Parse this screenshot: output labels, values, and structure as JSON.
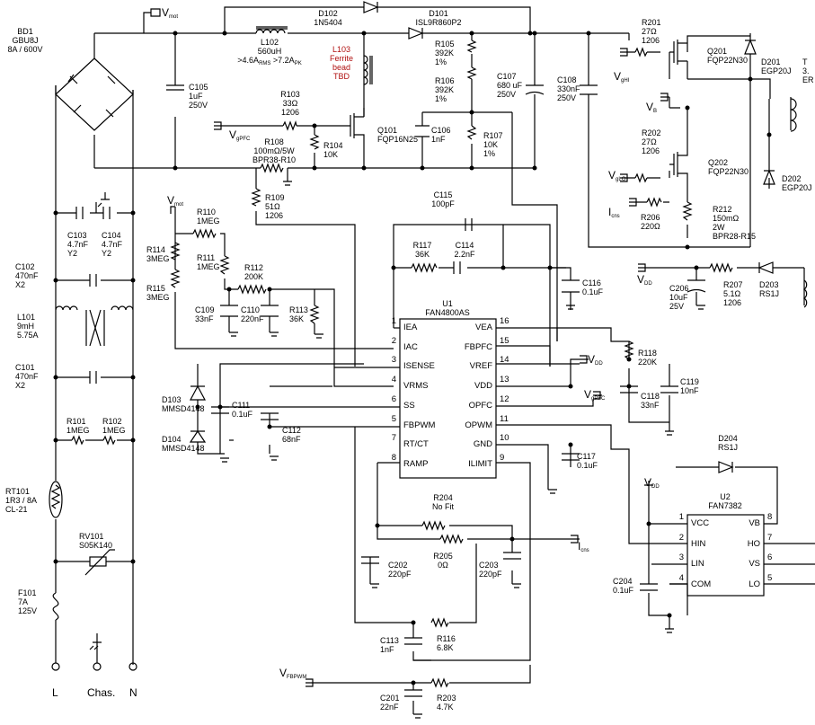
{
  "components": {
    "bd1": {
      "ref": "BD1",
      "line2": "GBU8J",
      "line3": "8A / 600V"
    },
    "vmot": "V",
    "vmot_sub": "mot",
    "vmot2": "V",
    "c105": {
      "ref": "C105",
      "v": "1uF",
      "r": "250V"
    },
    "l102": {
      "ref": "L102",
      "v": "560uH",
      "r": ">4.6A",
      "r_sub": "RMS",
      "r2": " >7.2A",
      "r2_sub": "PK"
    },
    "d102": {
      "ref": "D102",
      "v": "1N5404"
    },
    "d101": {
      "ref": "D101",
      "v": "ISL9R860P2"
    },
    "l103": {
      "l1": "L103",
      "l2": "Ferrite",
      "l3": "bead",
      "l4": "TBD"
    },
    "r105": {
      "ref": "R105",
      "v": "392K",
      "t": "1%"
    },
    "r106": {
      "ref": "R106",
      "v": "392K",
      "t": "1%"
    },
    "r107": {
      "ref": "R107",
      "v": "10K",
      "t": "1%"
    },
    "c106": {
      "ref": "C106",
      "v": "1nF"
    },
    "c107": {
      "ref": "C107",
      "v": "680 uF",
      "r": "250V"
    },
    "c108": {
      "ref": "C108",
      "v": "330nF",
      "r": "250V"
    },
    "r103": {
      "ref": "R103",
      "v": "33Ω",
      "p": "1206"
    },
    "vgpfc": "V",
    "vgpfc_sub": "gPFC",
    "q101": {
      "ref": "Q101",
      "v": "FQP16N25"
    },
    "r108": {
      "ref": "R108",
      "v": "100mΩ/5W",
      "p": "BPR38-R10"
    },
    "r104": {
      "ref": "R104",
      "v": "10K"
    },
    "r109": {
      "ref": "R109",
      "v": "51Ω",
      "p": "1206"
    },
    "r201": {
      "ref": "R201",
      "v": "27Ω",
      "p": "1206"
    },
    "vghi": "V",
    "vghi_sub": "gHI",
    "q201": {
      "ref": "Q201",
      "v": "FQP22N30"
    },
    "d201": {
      "ref": "D201",
      "v": "EGP20J"
    },
    "t_ref": "T",
    "t_v1": "3.",
    "t_v2": "ER",
    "vb": "V",
    "vb_sub": "B",
    "r202": {
      "ref": "R202",
      "v": "27Ω",
      "p": "1206"
    },
    "vglo": "V",
    "vglo_sub": "gLO",
    "q202": {
      "ref": "Q202",
      "v": "FQP22N30"
    },
    "d202": {
      "ref": "D202",
      "v": "EGP20J"
    },
    "icns": "I",
    "icns_sub": "cns",
    "r206": {
      "ref": "R206",
      "v": "220Ω"
    },
    "r212": {
      "ref": "R212",
      "v": "150mΩ",
      "r": "2W",
      "p": "BPR28-R15"
    },
    "c103": {
      "ref": "C103",
      "v": "4.7nF",
      "r": "Y2"
    },
    "c104": {
      "ref": "C104",
      "v": "4.7nF",
      "r": "Y2"
    },
    "r110": {
      "ref": "R110",
      "v": "1MEG"
    },
    "r111": {
      "ref": "R111",
      "v": "1MEG"
    },
    "r114": {
      "ref": "R114",
      "v": "3MEG"
    },
    "r115": {
      "ref": "R115",
      "v": "3MEG"
    },
    "r112": {
      "ref": "R112",
      "v": "200K"
    },
    "c109": {
      "ref": "C109",
      "v": "33nF"
    },
    "c110": {
      "ref": "C110",
      "v": "220nF"
    },
    "r113": {
      "ref": "R113",
      "v": "36K"
    },
    "c115": {
      "ref": "C115",
      "v": "100pF"
    },
    "r117": {
      "ref": "R117",
      "v": "36K"
    },
    "c114": {
      "ref": "C114",
      "v": "2.2nF"
    },
    "c116": {
      "ref": "C116",
      "v": "0.1uF"
    },
    "vdd": "V",
    "vdd_sub": "DD",
    "r207": {
      "ref": "R207",
      "v": "5.1Ω",
      "p": "1206"
    },
    "d203": {
      "ref": "D203",
      "v": "RS1J"
    },
    "c206": {
      "ref": "C206",
      "v": "10uF",
      "r": "25V"
    },
    "c102": {
      "ref": "C102",
      "v": "470nF",
      "r": "X2"
    },
    "l101": {
      "ref": "L101",
      "v": "9mH",
      "r": "5.75A"
    },
    "c101": {
      "ref": "C101",
      "v": "470nF",
      "r": "X2"
    },
    "r101": {
      "ref": "R101",
      "v": "1MEG"
    },
    "r102": {
      "ref": "R102",
      "v": "1MEG"
    },
    "rt101": {
      "ref": "RT101",
      "v": "1R3 / 8A",
      "r": "CL-21"
    },
    "rv101": {
      "ref": "RV101",
      "v": "S05K140"
    },
    "f101": {
      "ref": "F101",
      "v": "7A",
      "r": "125V"
    },
    "u1": {
      "ref": "U1",
      "v": "FAN4800AS"
    },
    "u1_left_pins": [
      {
        "num": "1",
        "name": "IEA"
      },
      {
        "num": "2",
        "name": "IAC"
      },
      {
        "num": "3",
        "name": "ISENSE"
      },
      {
        "num": "4",
        "name": "VRMS"
      },
      {
        "num": "6",
        "name": "SS"
      },
      {
        "num": "5",
        "name": "FBPWM"
      },
      {
        "num": "7",
        "name": "RT/CT"
      },
      {
        "num": "8",
        "name": "RAMP"
      }
    ],
    "u1_right_pins": [
      {
        "num": "16",
        "name": "VEA"
      },
      {
        "num": "15",
        "name": "FBPFC"
      },
      {
        "num": "14",
        "name": "VREF"
      },
      {
        "num": "13",
        "name": "VDD"
      },
      {
        "num": "12",
        "name": "OPFC"
      },
      {
        "num": "11",
        "name": "OPWM"
      },
      {
        "num": "10",
        "name": "GND"
      },
      {
        "num": "9",
        "name": "ILIMIT"
      }
    ],
    "d103": {
      "ref": "D103",
      "v": "MMSD4148"
    },
    "d104": {
      "ref": "D104",
      "v": "MMSD4148"
    },
    "c111": {
      "ref": "C111",
      "v": "0.1uF"
    },
    "c112": {
      "ref": "C112",
      "v": "68nF"
    },
    "r118": {
      "ref": "R118",
      "v": "220K"
    },
    "c118": {
      "ref": "C118",
      "v": "33nF"
    },
    "c119": {
      "ref": "C119",
      "v": "10nF"
    },
    "c117": {
      "ref": "C117",
      "v": "0.1uF"
    },
    "d204": {
      "ref": "D204",
      "v": "RS1J"
    },
    "u2": {
      "ref": "U2",
      "v": "FAN7382"
    },
    "u2_left_pins": [
      {
        "num": "1",
        "name": "VCC"
      },
      {
        "num": "2",
        "name": "HIN"
      },
      {
        "num": "3",
        "name": "LIN"
      },
      {
        "num": "4",
        "name": "COM"
      }
    ],
    "u2_right_pins": [
      {
        "num": "8",
        "name": "VB"
      },
      {
        "num": "7",
        "name": "HO"
      },
      {
        "num": "6",
        "name": "VS"
      },
      {
        "num": "5",
        "name": "LO"
      }
    ],
    "r204": {
      "ref": "R204",
      "v": "No Fit"
    },
    "r205": {
      "ref": "R205",
      "v": "0Ω"
    },
    "c202": {
      "ref": "C202",
      "v": "220pF"
    },
    "c203": {
      "ref": "C203",
      "v": "220pF"
    },
    "c204": {
      "ref": "C204",
      "v": "0.1uF"
    },
    "c113": {
      "ref": "C113",
      "v": "1nF"
    },
    "r116": {
      "ref": "R116",
      "v": "6.8K"
    },
    "vfbpwm": "V",
    "vfbpwm_sub": "FBPWM",
    "c201": {
      "ref": "C201",
      "v": "22nF"
    },
    "r203": {
      "ref": "R203",
      "v": "4.7K"
    },
    "term_l": "L",
    "term_chas": "Chas.",
    "term_n": "N"
  }
}
